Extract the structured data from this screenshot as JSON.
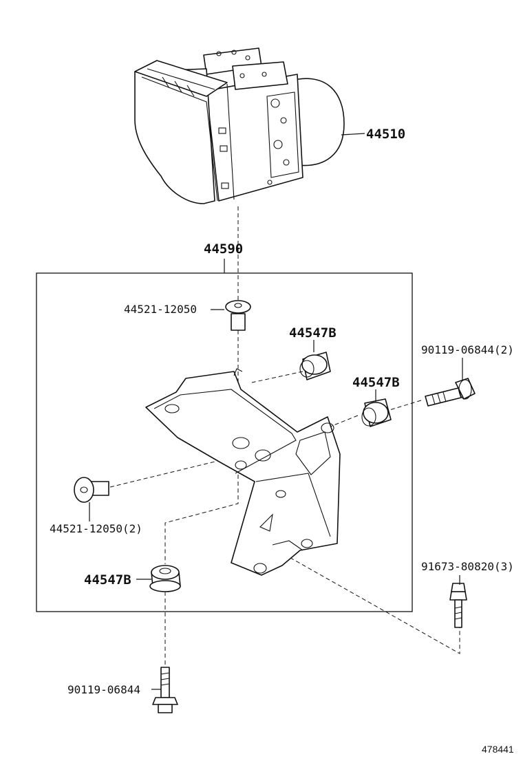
{
  "diagram": {
    "labels": {
      "actuator": "44510",
      "bracket_assy": "44590",
      "cushion_top": "44521-12050",
      "grommet_upper": "44547B",
      "grommet_mid": "44547B",
      "bolt_right": "90119-06844(2)",
      "cushion_left": "44521-12050(2)",
      "grommet_lower": "44547B",
      "bolt_far_right": "91673-80820(3)",
      "bolt_bottom": "90119-06844"
    },
    "illustration_ref": "478441"
  }
}
